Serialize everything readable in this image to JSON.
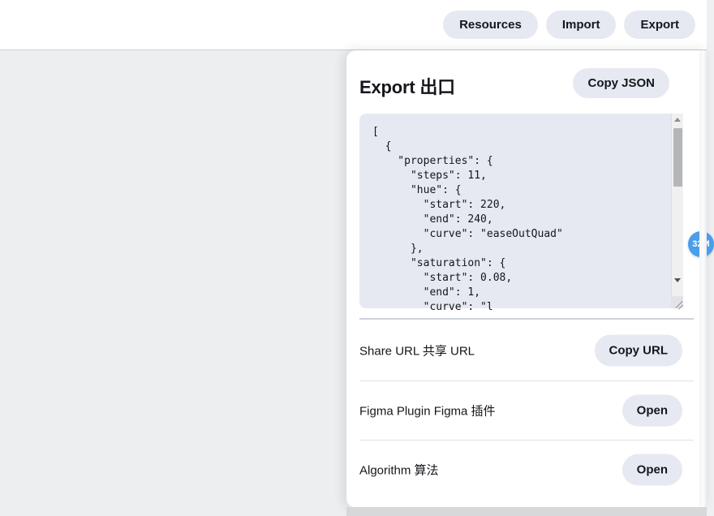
{
  "toolbar": {
    "buttons": [
      {
        "label": "Resources",
        "name": "resources-button"
      },
      {
        "label": "Import",
        "name": "import-button"
      },
      {
        "label": "Export",
        "name": "export-button"
      }
    ]
  },
  "panel": {
    "title": "Export 出口",
    "copy_json_label": "Copy JSON",
    "code": "[\n  {\n    \"properties\": {\n      \"steps\": 11,\n      \"hue\": {\n        \"start\": 220,\n        \"end\": 240,\n        \"curve\": \"easeOutQuad\"\n      },\n      \"saturation\": {\n        \"start\": 0.08,\n        \"end\": 1,\n        \"curve\": \"l",
    "rows": [
      {
        "label": "Share URL 共享 URL",
        "button": "Copy URL",
        "name": "share-url"
      },
      {
        "label": "Figma Plugin Figma 插件",
        "button": "Open",
        "name": "figma-plugin"
      },
      {
        "label": "Algorithm 算法",
        "button": "Open",
        "name": "algorithm"
      }
    ]
  },
  "badge": {
    "label": "32M"
  },
  "colors": {
    "button_bg": "#e7e9f2",
    "code_bg": "#e6e9f2",
    "badge_bg": "#4a9eea",
    "panel_bg": "#ffffff",
    "canvas_bg": "#eceef0"
  }
}
